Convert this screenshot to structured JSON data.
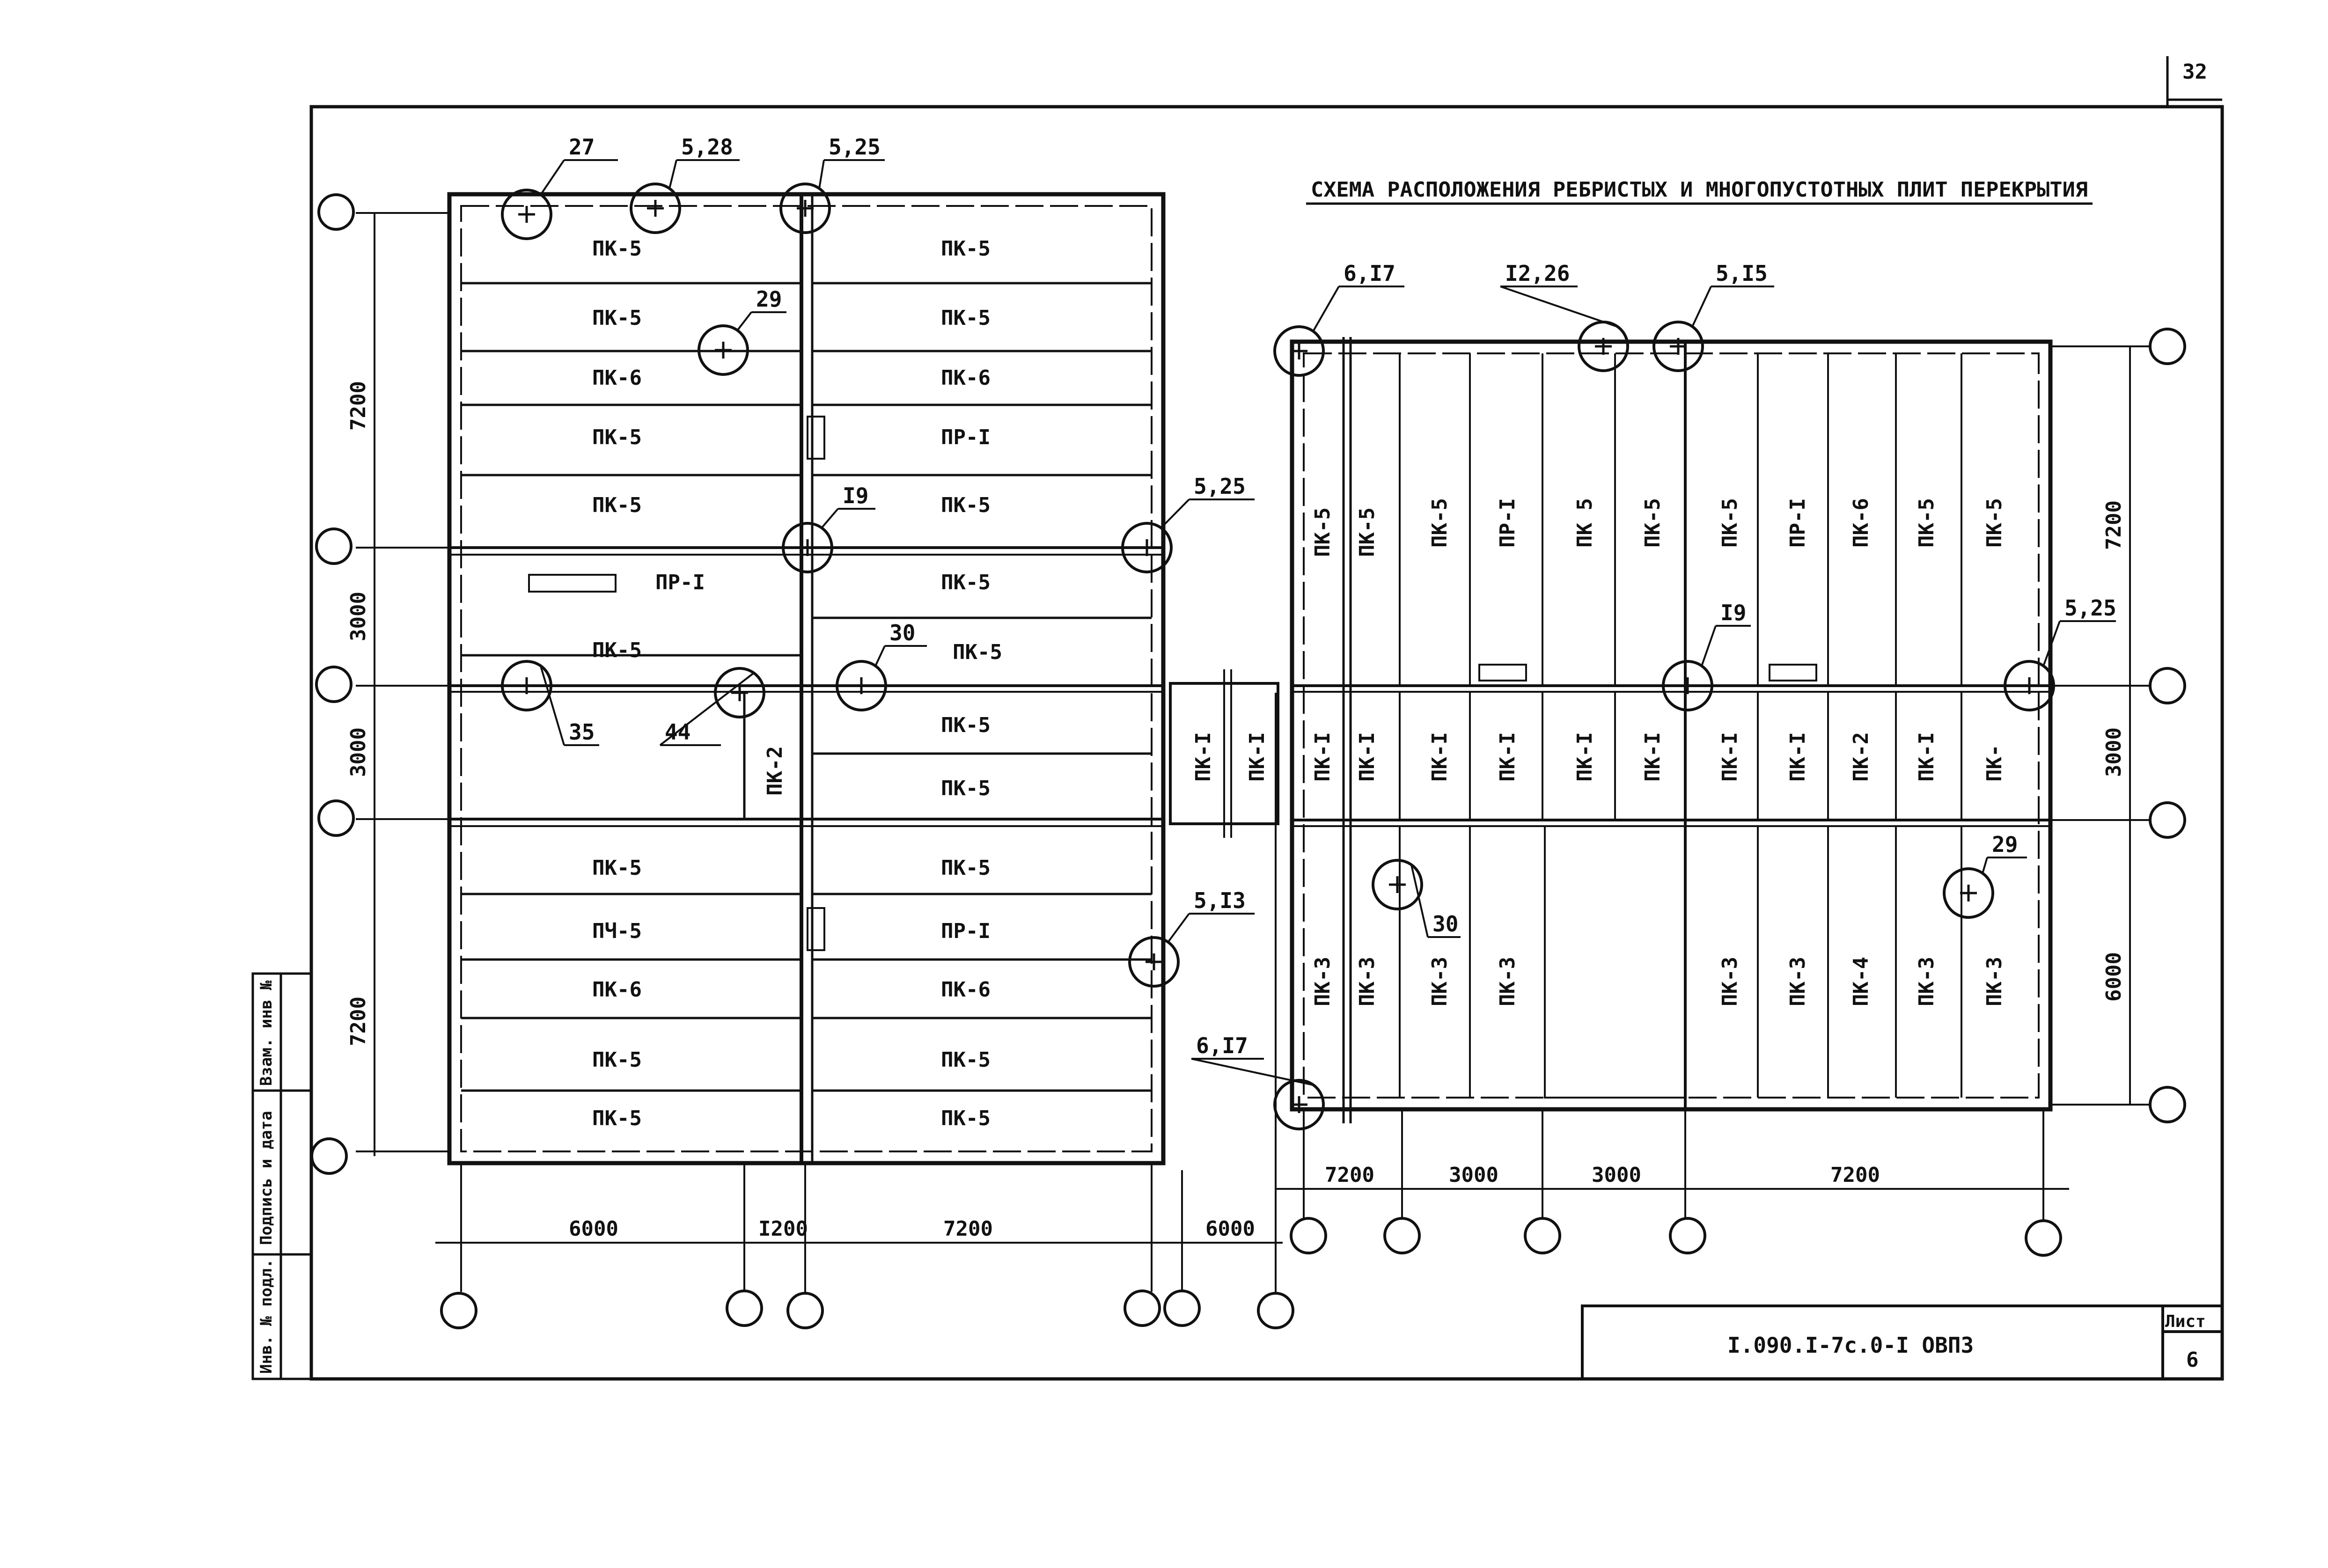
{
  "page_number": "32",
  "title": "СХЕМА РАСПОЛОЖЕНИЯ РЕБРИСТЫХ И МНОГОПУСТОТНЫХ ПЛИТ ПЕРЕКРЫТИЯ",
  "title_block": {
    "code": "I.090.I-7с.0-I ОВПЗ",
    "sheet_label": "Лист",
    "sheet_number": "6"
  },
  "side_stamp": {
    "inv_no": "Инв. № подл.",
    "sign_date": "Подпись и дата",
    "replace_inv": "Взам. инв №"
  },
  "left_plan": {
    "slabs_col_a": [
      "ПК-5",
      "ПК-5",
      "ПК-6",
      "ПК-5",
      "ПК-5",
      "ПР-I",
      "ПК-5",
      "ПК-5",
      "ПЧ-5",
      "ПК-6",
      "ПК-5",
      "ПК-5"
    ],
    "slabs_col_b": [
      "ПК-5",
      "ПК-5",
      "ПК-6",
      "ПР-I",
      "ПК-5",
      "ПК-5",
      "ПК-5",
      "ПК-5",
      "ПК-5",
      "ПК-5",
      "ПР-I",
      "ПК-6",
      "ПК-5",
      "ПК-5"
    ],
    "slab_pk2": "ПК-2",
    "dims_vertical": [
      "7200",
      "3000",
      "3000",
      "7200"
    ],
    "dims_horizontal": [
      "6000",
      "I200",
      "7200",
      "6000"
    ],
    "callouts": [
      "27",
      "5,28",
      "5,25",
      "29",
      "I9",
      "5,25",
      "30",
      "35",
      "44",
      "5,I3"
    ]
  },
  "middle_slabs": [
    "ПК-I",
    "ПК-I"
  ],
  "right_plan": {
    "upper_slabs": [
      "ПК-5",
      "ПК-5",
      "ПК-5",
      "ПР-I",
      "ПК 5",
      "ПК-5",
      "ПК-5",
      "ПР-I",
      "ПК-6",
      "ПК-5",
      "ПК-5"
    ],
    "middle_slabs": [
      "ПК-I",
      "ПК-I",
      "ПК-I",
      "ПК-I",
      "ПК-I",
      "ПК-I",
      "ПК-I",
      "ПК-I",
      "ПК-2",
      "ПК-I",
      "ПК-"
    ],
    "lower_slabs": [
      "ПК-3",
      "ПК-3",
      "ПК-3",
      "ПК-3",
      "ПК-3",
      "ПК-3",
      "ПК-4",
      "ПК-3",
      "ПК-3"
    ],
    "dims_vertical": [
      "7200",
      "3000",
      "6000"
    ],
    "dims_horizontal": [
      "7200",
      "3000",
      "3000",
      "7200"
    ],
    "callouts": [
      "6,I7",
      "I2,26",
      "5,I5",
      "I9",
      "5,25",
      "30",
      "29",
      "6,I7"
    ]
  }
}
